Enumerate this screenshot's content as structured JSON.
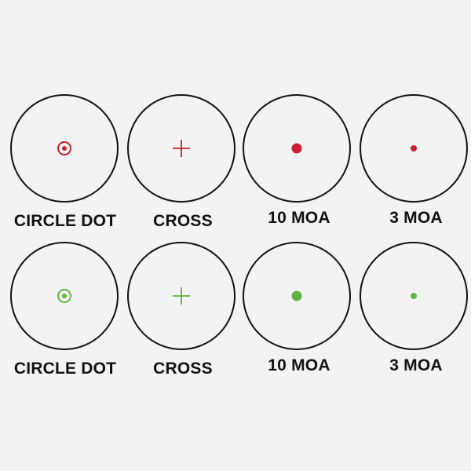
{
  "colors": {
    "ring": "#111111",
    "red": "#c8202e",
    "green": "#5fb63e",
    "background": "#f3f3f3"
  },
  "rows": [
    {
      "color": "red",
      "items": [
        {
          "label": "CIRCLE DOT",
          "reticle": "circle-dot-icon"
        },
        {
          "label": "CROSS",
          "reticle": "cross-icon"
        },
        {
          "label": "10 MOA",
          "reticle": "large-dot-icon"
        },
        {
          "label": "3 MOA",
          "reticle": "small-dot-icon"
        }
      ]
    },
    {
      "color": "green",
      "items": [
        {
          "label": "CIRCLE DOT",
          "reticle": "circle-dot-icon"
        },
        {
          "label": "CROSS",
          "reticle": "cross-icon"
        },
        {
          "label": "10 MOA",
          "reticle": "large-dot-icon"
        },
        {
          "label": "3 MOA",
          "reticle": "small-dot-icon"
        }
      ]
    }
  ]
}
